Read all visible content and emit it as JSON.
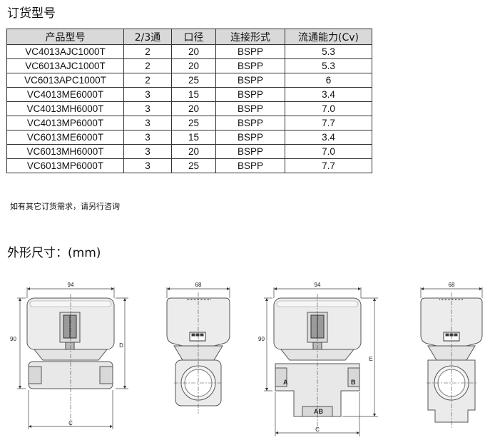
{
  "headings": {
    "order": "订货型号",
    "dimensions": "外形尺寸：(mm)"
  },
  "table": {
    "headers": [
      "产品型号",
      "2/3通",
      "口径",
      "连接形式",
      "流通能力(Cv)"
    ],
    "rows": [
      [
        "VC4013AJC1000T",
        "2",
        "20",
        "BSPP",
        "5.3"
      ],
      [
        "VC6013AJC1000T",
        "2",
        "20",
        "BSPP",
        "5.3"
      ],
      [
        "VC6013APC1000T",
        "2",
        "25",
        "BSPP",
        "6"
      ],
      [
        "VC4013ME6000T",
        "3",
        "15",
        "BSPP",
        "3.4"
      ],
      [
        "VC4013MH6000T",
        "3",
        "20",
        "BSPP",
        "7.0"
      ],
      [
        "VC4013MP6000T",
        "3",
        "25",
        "BSPP",
        "7.7"
      ],
      [
        "VC6013ME6000T",
        "3",
        "15",
        "BSPP",
        "3.4"
      ],
      [
        "VC6013MH6000T",
        "3",
        "20",
        "BSPP",
        "7.0"
      ],
      [
        "VC6013MP6000T",
        "3",
        "25",
        "BSPP",
        "7.7"
      ]
    ]
  },
  "note": "如有其它订货需求，请另行咨询",
  "drawings": {
    "two_way_front": {
      "width_label": "94",
      "height_label": "90",
      "d_label": "D",
      "c_label": "C"
    },
    "two_way_side": {
      "width_label": "68"
    },
    "three_way_front": {
      "width_label": "94",
      "height_label": "90",
      "e_label": "E",
      "c_label": "C",
      "port_a": "A",
      "port_b": "B",
      "port_ab": "AB"
    },
    "three_way_side": {
      "width_label": "68"
    }
  }
}
